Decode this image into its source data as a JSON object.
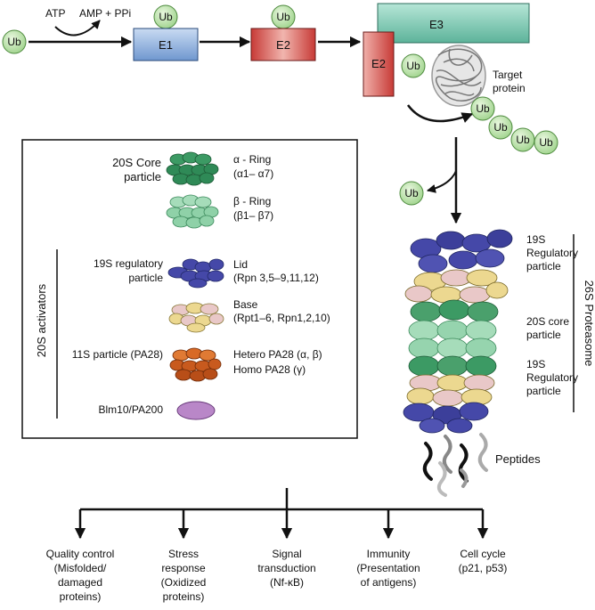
{
  "pathway": {
    "ub": "Ub",
    "atp": "ATP",
    "amp_ppi": "AMP + PPi",
    "e1": "E1",
    "e2": "E2",
    "e3": "E3",
    "target_line1": "Target",
    "target_line2": "protein"
  },
  "legend": {
    "core_line1": "20S Core",
    "core_line2": "particle",
    "alpha_line1": "α - Ring",
    "alpha_line2": "(α1– α7)",
    "beta_line1": "β - Ring",
    "beta_line2": "(β1– β7)",
    "activators": "20S activators",
    "reg_line1": "19S regulatory",
    "reg_line2": "particle",
    "lid_line1": "Lid",
    "lid_line2": "(Rpn 3,5–9,11,12)",
    "base_line1": "Base",
    "base_line2": "(Rpt1–6, Rpn1,2,10)",
    "pa28_label": "11S particle (PA28)",
    "hetero": "Hetero PA28 (α, β)",
    "homo": "Homo PA28 (γ)",
    "blm": "Blm10/PA200"
  },
  "proteasome": {
    "top_line1": "19S",
    "top_line2": "Regulatory",
    "top_line3": "particle",
    "core_line1": "20S core",
    "core_line2": "particle",
    "bot_line1": "19S",
    "bot_line2": "Regulatory",
    "bot_line3": "particle",
    "side_label": "26S Proteasome",
    "peptides": "Peptides"
  },
  "outcomes": [
    {
      "line1": "Quality control",
      "line2": "(Misfolded/",
      "line3": "damaged",
      "line4": "proteins)"
    },
    {
      "line1": "Stress",
      "line2": "response",
      "line3": "(Oxidized",
      "line4": "proteins)"
    },
    {
      "line1": "Signal",
      "line2": "transduction",
      "line3": "(Nf-κB)"
    },
    {
      "line1": "Immunity",
      "line2": "(Presentation",
      "line3": "of antigens)"
    },
    {
      "line1": "Cell cycle",
      "line2": "(p21, p53)"
    }
  ],
  "colors": {
    "ub_fill": "#b8e0a8",
    "e1": "#8fb0dc",
    "e2": "#d9504a",
    "e3": "#7fc9b4",
    "alpha": "#2f8a57",
    "beta": "#8fd1a8",
    "lid": "#4548a8",
    "base": "#ecd890",
    "pa28": "#c85a1e",
    "blm": "#b987c8"
  }
}
